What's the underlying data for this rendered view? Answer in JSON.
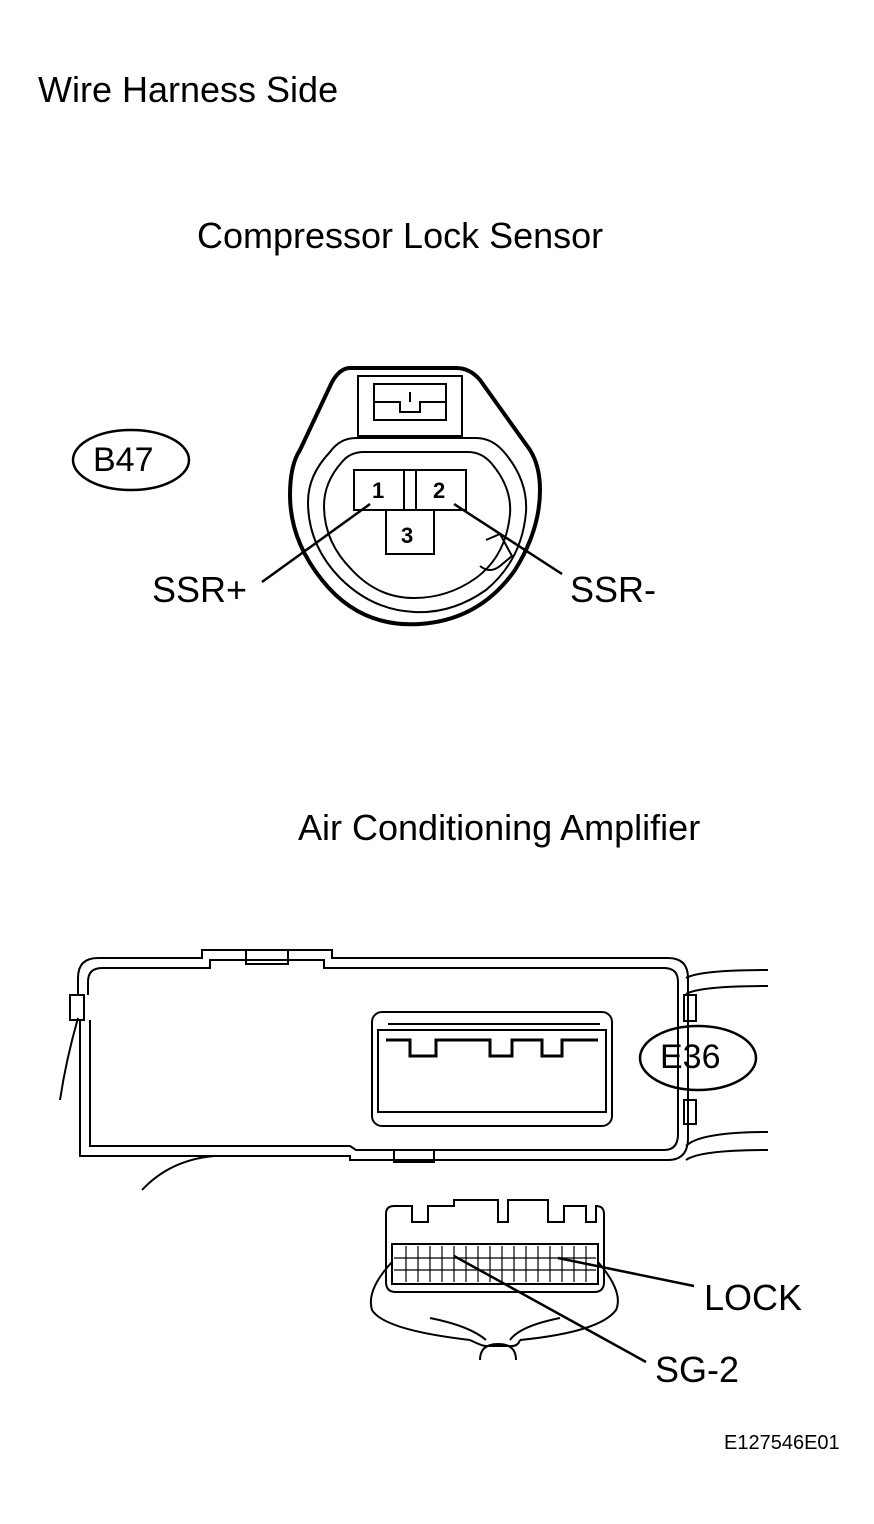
{
  "header": {
    "title": "Wire Harness Side"
  },
  "sensor": {
    "name": "Compressor Lock Sensor",
    "connector_id": "B47",
    "pins": [
      "1",
      "2",
      "3"
    ],
    "terminals": {
      "pin1": "SSR+",
      "pin2": "SSR-"
    }
  },
  "amplifier": {
    "name": "Air Conditioning Amplifier",
    "connector_id": "E36",
    "terminals": {
      "lock": "LOCK",
      "sg2": "SG-2"
    }
  },
  "figure_code": "E127546E01",
  "colors": {
    "line": "#000000",
    "background": "#ffffff"
  }
}
